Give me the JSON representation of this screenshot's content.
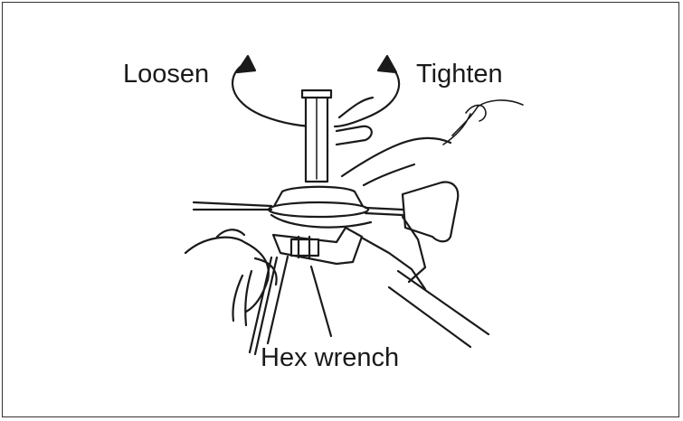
{
  "labels": {
    "loosen": "Loosen",
    "tighten": "Tighten",
    "hex_wrench": "Hex wrench"
  },
  "colors": {
    "line": "#1a1a1a",
    "background": "#ffffff",
    "border": "#333333"
  }
}
